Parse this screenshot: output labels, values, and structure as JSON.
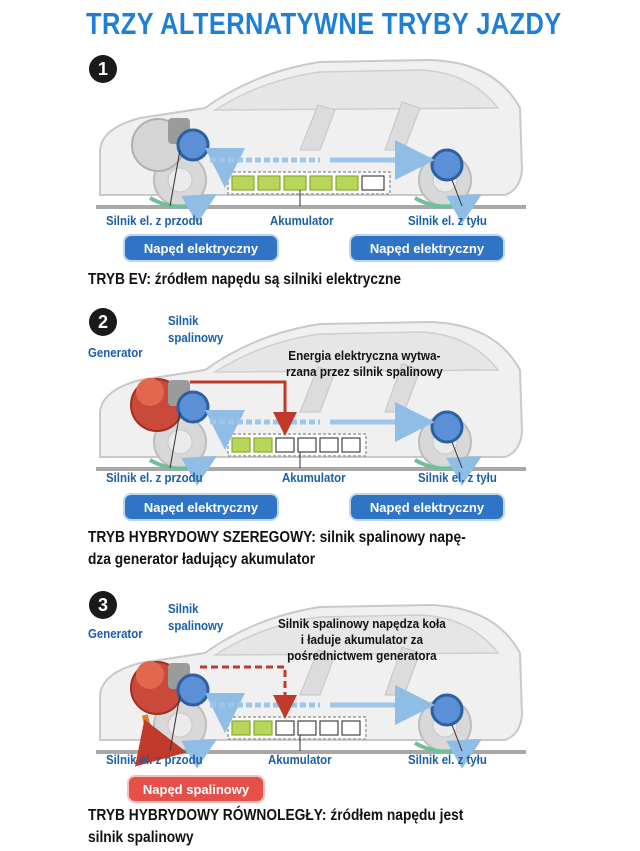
{
  "title": "TRZY ALTERNATYWNE TRYBY JAZDY",
  "colors": {
    "title_blue": "#1f7fd6",
    "drive_blue": "#2f74c5",
    "combustion_red": "#e5504a",
    "battery_green": "#b7d65a",
    "flow_blue_arrow": "#9cc6ea",
    "energy_red_arrow": "#c0392b"
  },
  "panels": [
    {
      "number": "1",
      "labels": {
        "front_motor": "Silnik el. z przodu",
        "battery": "Akumulator",
        "rear_motor": "Silnik el. z tyłu"
      },
      "badges": [
        "Napęd elektryczny",
        "Napęd elektryczny"
      ],
      "caption_bold": "TRYB EV:",
      "caption_text": " źródłem napędu są silniki elektryczne",
      "battery_charged_cells": 5,
      "battery_empty_cells": 1
    },
    {
      "number": "2",
      "labels": {
        "generator": "Generator",
        "engine": "Silnik\nspalinowy",
        "front_motor": "Silnik el. z przodu",
        "battery": "Akumulator",
        "rear_motor": "Silnik el. z tyłu"
      },
      "note": "Energia elektryczna wytwa-\nrzana przez silnik spalinowy",
      "badges": [
        "Napęd elektryczny",
        "Napęd elektryczny"
      ],
      "caption_bold": "TRYB HYBRYDOWY SZEREGOWY:",
      "caption_text": " silnik spalinowy napę-",
      "caption_line2": "dza generator ładujący akumulator",
      "battery_charged_cells": 2,
      "battery_empty_cells": 4
    },
    {
      "number": "3",
      "labels": {
        "generator": "Generator",
        "engine": "Silnik\nspalinowy",
        "front_motor": "Silnik el. z przodu",
        "battery": "Akumulator",
        "rear_motor": "Silnik el. z tyłu"
      },
      "note": "Silnik spalinowy napędza koła\ni ładuje akumulator za\npośrednictwem generatora",
      "badges": [
        "Napęd spalinowy"
      ],
      "caption_bold": "TRYB HYBRYDOWY RÓWNOLEGŁY:",
      "caption_text": " źródłem napędu jest",
      "caption_line2": "silnik spalinowy",
      "battery_charged_cells": 2,
      "battery_empty_cells": 4
    }
  ]
}
